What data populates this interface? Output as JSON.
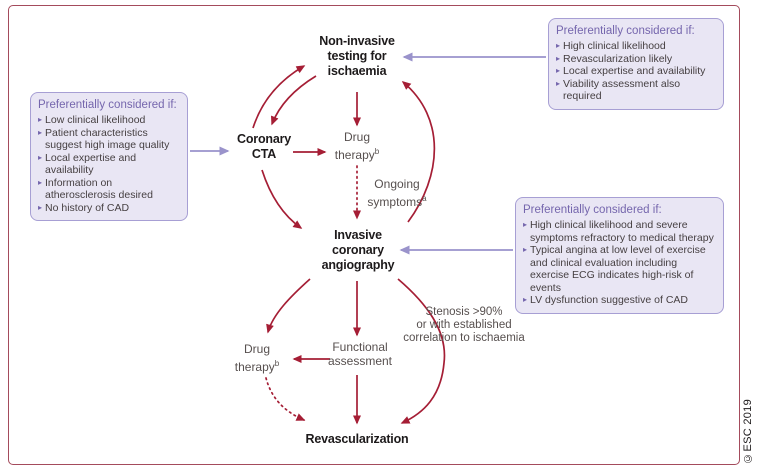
{
  "diagram": {
    "nodes": {
      "noninvasive": {
        "lines": [
          "Non-invasive",
          "testing for",
          "ischaemia"
        ]
      },
      "coronary_cta": {
        "lines": [
          "Coronary",
          "CTA"
        ]
      },
      "drug_therapy_top": {
        "lines": [
          "Drug",
          "therapy"
        ],
        "sup": "b"
      },
      "ongoing_symptoms": {
        "lines": [
          "Ongoing",
          "symptoms"
        ],
        "sup": "a"
      },
      "invasive_angiography": {
        "lines": [
          "Invasive",
          "coronary",
          "angiography"
        ]
      },
      "stenosis_label": {
        "lines": [
          "Stenosis >90%",
          "or with established",
          "correlation to ischaemia"
        ]
      },
      "drug_therapy_bottom": {
        "lines": [
          "Drug",
          "therapy"
        ],
        "sup": "b"
      },
      "functional_assessment": {
        "lines": [
          "Functional",
          "assessment"
        ]
      },
      "revascularization": {
        "label": "Revascularization"
      }
    },
    "boxes": {
      "left": {
        "header": "Preferentially considered if:",
        "items": [
          "Low clinical likelihood",
          "Patient characteristics suggest high image quality",
          "Local expertise and availability",
          "Information on atherosclerosis desired",
          "No history of CAD"
        ]
      },
      "top_right": {
        "header": "Preferentially considered if:",
        "items": [
          "High clinical likelihood",
          "Revascularization likely",
          "Local expertise and availability",
          "Viability assessment also required"
        ]
      },
      "mid_right": {
        "header": "Preferentially considered if:",
        "items": [
          "High clinical likelihood and severe symptoms refractory to medical therapy",
          "Typical angina at low level of exercise and clinical evaluation including exercise ECG indicates high-risk of events",
          "LV dysfunction suggestive of CAD"
        ]
      }
    },
    "copyright": "©ESC 2019",
    "colors": {
      "arrow_red": "#a51e35",
      "arrow_purple": "#9a93cb",
      "box_bg": "#e9e6f4",
      "box_border": "#a79fd4",
      "box_header_purple": "#7566ad",
      "frame_red": "#a44b5c",
      "text_dark": "#1d1a1b",
      "text_gray": "#57504f"
    }
  }
}
